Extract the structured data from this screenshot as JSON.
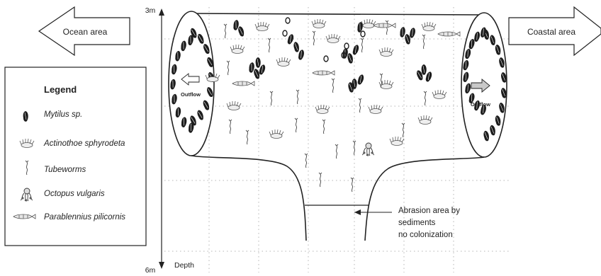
{
  "arrows": {
    "left_label": "Ocean area",
    "right_label": "Coastal area"
  },
  "depth_axis": {
    "top_label": "3m",
    "bottom_label": "6m",
    "axis_title": "Depth"
  },
  "legend": {
    "title": "Legend",
    "items": [
      {
        "label": "Mytilus sp.",
        "icon": "mussel-icon"
      },
      {
        "label": "Actinothoe sphyrodeta",
        "icon": "anemone-icon"
      },
      {
        "label": "Tubeworms",
        "icon": "tubeworm-icon"
      },
      {
        "label": "Octopus vulgaris",
        "icon": "octopus-icon"
      },
      {
        "label": "Parablennius pilicornis",
        "icon": "blenny-icon"
      }
    ]
  },
  "pipe": {
    "left_outflow_label": "Outflow",
    "right_outflow_label": "Outflow"
  },
  "abrasion_note": {
    "lines": [
      "Abrasion area by",
      "sediments",
      "no colonization"
    ]
  },
  "colors": {
    "line": "#222222",
    "arrow_fill": "#ffffff",
    "outflow_fill": "#c8c8c8",
    "mussel_fill": "#1c1c1c",
    "grid_dots": "#b5b5b5"
  }
}
